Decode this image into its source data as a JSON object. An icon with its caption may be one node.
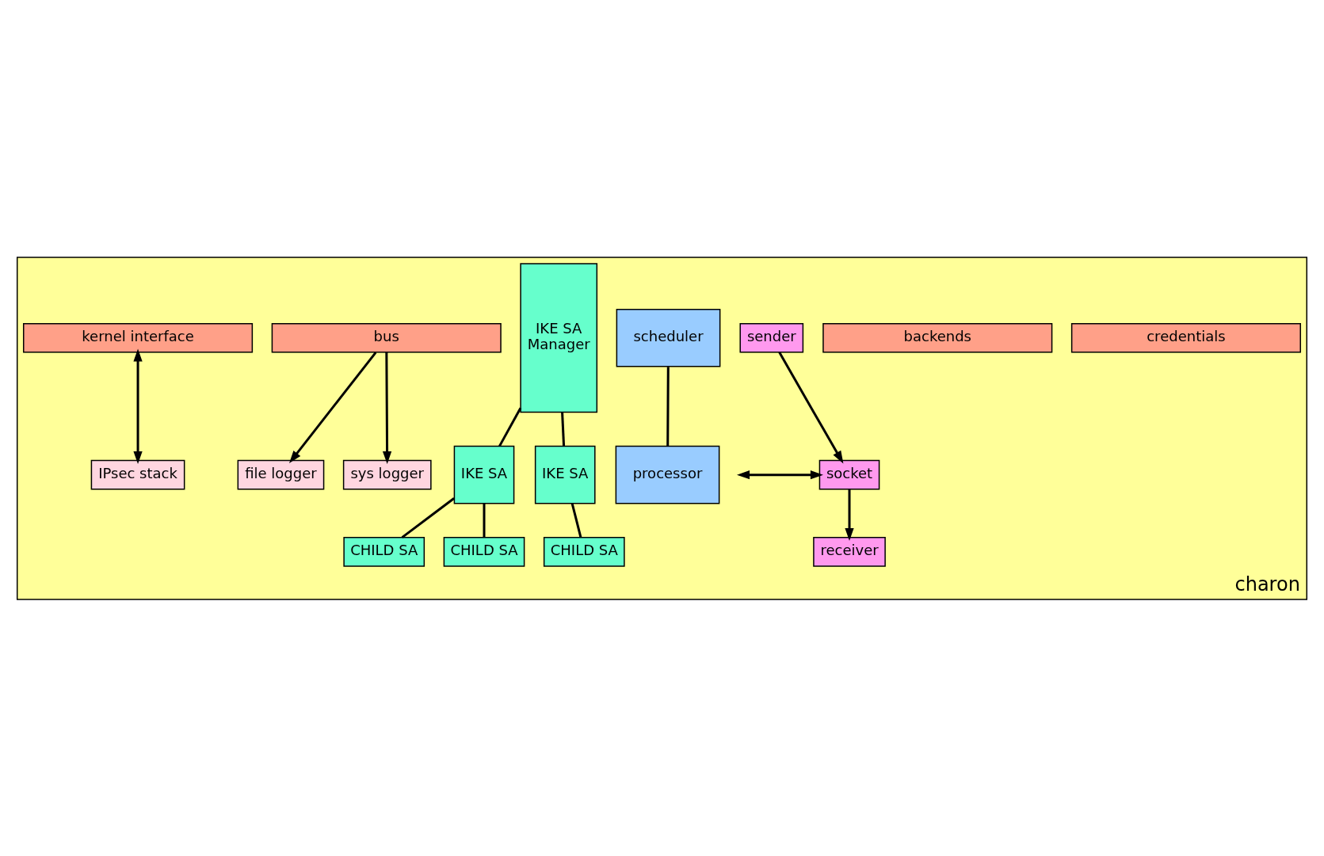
{
  "diagram": {
    "nodes": [
      {
        "text": [
          "charon"
        ]
      },
      {
        "text": [
          "credentials"
        ],
        "in": 0
      },
      {
        "text": [
          "backends"
        ],
        "in": 0
      },
      {
        "text": [
          "receiver"
        ],
        "in": 0
      },
      {
        "text": [
          "socket"
        ],
        "in": 0
      },
      {
        "text": [
          "sender"
        ],
        "in": 0
      },
      {
        "text": [
          "scheduler"
        ],
        "in": 0
      },
      {
        "text": [
          "processor"
        ],
        "in": 0
      },
      {
        "text": [
          "IKE SA",
          "Manager"
        ],
        "in": 0
      },
      {
        "text": [
          "IKE SA"
        ],
        "in": 0
      },
      {
        "text": [
          "CHILD SA"
        ],
        "in": 0
      },
      {
        "text": [
          "CHILD SA"
        ],
        "in": 0
      },
      {
        "text": [
          "IKE SA"
        ],
        "in": 0
      },
      {
        "text": [
          "CHILD SA"
        ],
        "in": 0
      },
      {
        "text": [
          "bus"
        ],
        "in": 0
      },
      {
        "text": [
          "kernel interface"
        ],
        "in": 0
      },
      {
        "text": [
          "file logger"
        ],
        "in": 0
      },
      {
        "text": [
          "sys logger"
        ],
        "in": 0
      },
      {
        "text": [
          "IPsec stack"
        ],
        "in": 0
      }
    ],
    "edges": [
      {
        "from": null,
        "to": 4,
        "arrow": "both"
      },
      {
        "from": 4,
        "to": 3,
        "arrow": "to"
      },
      {
        "from": 5,
        "to": 4,
        "arrow": "to"
      },
      {
        "from": 6,
        "to": 7,
        "arrow": "none"
      },
      {
        "from": 8,
        "to": 9,
        "arrow": "none"
      },
      {
        "from": 9,
        "to": 10,
        "arrow": "none"
      },
      {
        "from": 9,
        "to": 11,
        "arrow": "none"
      },
      {
        "from": 8,
        "to": 12,
        "arrow": "none"
      },
      {
        "from": 12,
        "to": 13,
        "arrow": "none"
      },
      {
        "from": 14,
        "to": 16,
        "arrow": "to"
      },
      {
        "from": 14,
        "to": 17,
        "arrow": "to"
      },
      {
        "from": 15,
        "to": 18,
        "arrow": "both"
      }
    ]
  }
}
